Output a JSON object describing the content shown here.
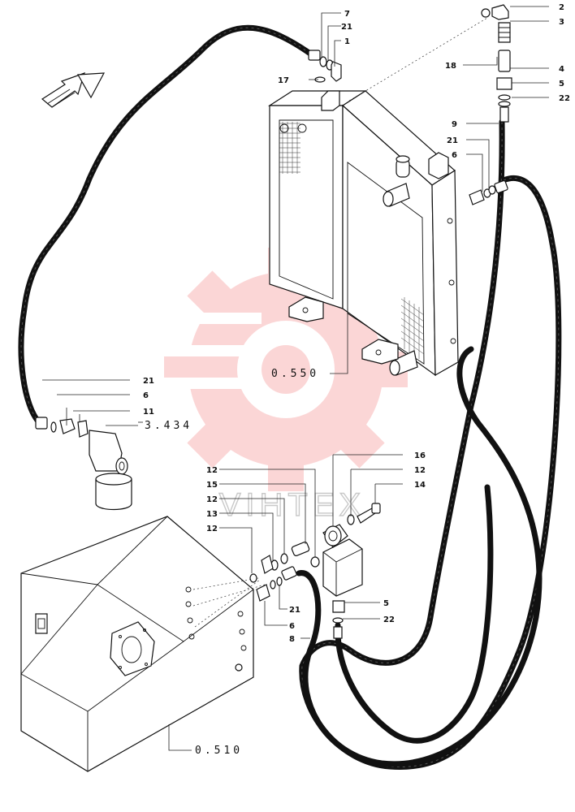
{
  "watermark": {
    "brand_text": "VIHTEX",
    "color": "#f04a4a"
  },
  "callouts": {
    "c7": "7",
    "c21a": "21",
    "c1": "1",
    "c17": "17",
    "c2": "2",
    "c3": "3",
    "c18": "18",
    "c4": "4",
    "c5a": "5",
    "c22a": "22",
    "c9": "9",
    "c21b": "21",
    "c6a": "6",
    "c21c": "21",
    "c6b": "6",
    "c11": "11",
    "c16": "16",
    "c12a": "12",
    "c12b": "12",
    "c14": "14",
    "c15": "15",
    "c12c": "12",
    "c13": "13",
    "c12d": "12",
    "c21d": "21",
    "c6c": "6",
    "c8": "8",
    "c5b": "5",
    "c22b": "22"
  },
  "references": {
    "radiator": "0.550",
    "filter": "3.434",
    "tank": "0.510"
  }
}
